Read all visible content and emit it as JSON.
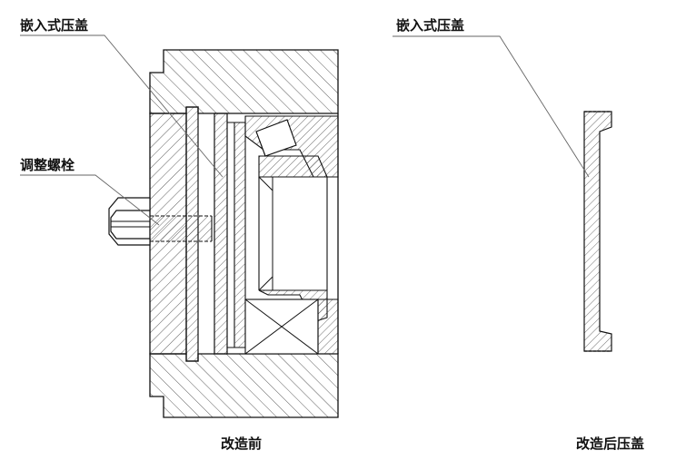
{
  "labels": {
    "left_callout_top": "嵌入式压盖",
    "left_callout_bolt": "调整螺栓",
    "right_callout_top": "嵌入式压盖",
    "caption_before": "改造前",
    "caption_after": "改造后压盖"
  },
  "colors": {
    "line": "#111111",
    "hatch": "#333333",
    "leader": "#666666",
    "background": "#ffffff"
  }
}
